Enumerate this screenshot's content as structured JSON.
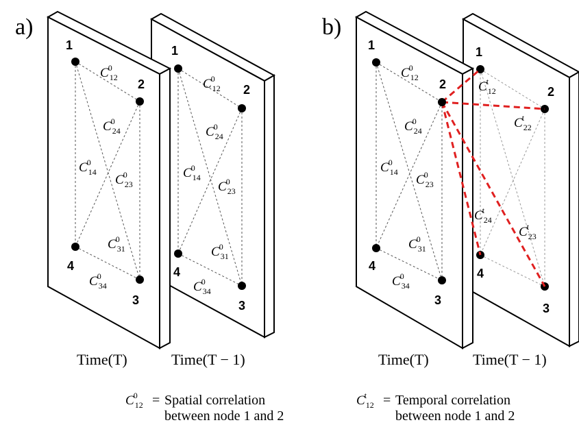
{
  "panels": [
    {
      "tag": "a)",
      "time_captions": [
        "Time(T)",
        "Time(T − 1)"
      ],
      "front": {
        "nodes": [
          "1",
          "2",
          "3",
          "4"
        ],
        "corr": [
          {
            "base": "C",
            "idx": "12",
            "sup": "0"
          },
          {
            "base": "C",
            "idx": "24",
            "sup": "0"
          },
          {
            "base": "C",
            "idx": "14",
            "sup": "0"
          },
          {
            "base": "C",
            "idx": "23",
            "sup": "0"
          },
          {
            "base": "C",
            "idx": "31",
            "sup": "0"
          },
          {
            "base": "C",
            "idx": "34",
            "sup": "0"
          }
        ]
      },
      "back": {
        "nodes": [
          "1",
          "2",
          "3",
          "4"
        ],
        "corr": [
          {
            "base": "C",
            "idx": "12",
            "sup": "0"
          },
          {
            "base": "C",
            "idx": "24",
            "sup": "0"
          },
          {
            "base": "C",
            "idx": "14",
            "sup": "0"
          },
          {
            "base": "C",
            "idx": "23",
            "sup": "0"
          },
          {
            "base": "C",
            "idx": "31",
            "sup": "0"
          },
          {
            "base": "C",
            "idx": "34",
            "sup": "0"
          }
        ]
      }
    },
    {
      "tag": "b)",
      "time_captions": [
        "Time(T)",
        "Time(T − 1)"
      ],
      "front": {
        "nodes": [
          "1",
          "2",
          "3",
          "4"
        ],
        "corr": [
          {
            "base": "C",
            "idx": "12",
            "sup": "0"
          },
          {
            "base": "C",
            "idx": "24",
            "sup": "0"
          },
          {
            "base": "C",
            "idx": "14",
            "sup": "0"
          },
          {
            "base": "C",
            "idx": "23",
            "sup": "0"
          },
          {
            "base": "C",
            "idx": "31",
            "sup": "0"
          },
          {
            "base": "C",
            "idx": "34",
            "sup": "0"
          }
        ]
      },
      "back": {
        "nodes": [
          "1",
          "2",
          "3",
          "4"
        ],
        "corr": [
          {
            "base": "C",
            "idx": "12",
            "sup": "t"
          },
          {
            "base": "C",
            "idx": "22",
            "sup": "t"
          },
          {
            "base": "C",
            "idx": "24",
            "sup": "t"
          },
          {
            "base": "C",
            "idx": "23",
            "sup": "t"
          }
        ]
      }
    }
  ],
  "legend": [
    {
      "symbol": {
        "base": "C",
        "idx": "12",
        "sup": "0"
      },
      "eq": "=",
      "line1": "Spatial correlation",
      "line2": "between node 1 and 2"
    },
    {
      "symbol": {
        "base": "C",
        "idx": "12",
        "sup": "t"
      },
      "eq": "=",
      "line1": "Temporal correlation",
      "line2": "between node 1 and 2"
    }
  ],
  "colors": {
    "temporal_edge": "#e02020",
    "spatial_edge": "#555555",
    "node": "#000000"
  }
}
